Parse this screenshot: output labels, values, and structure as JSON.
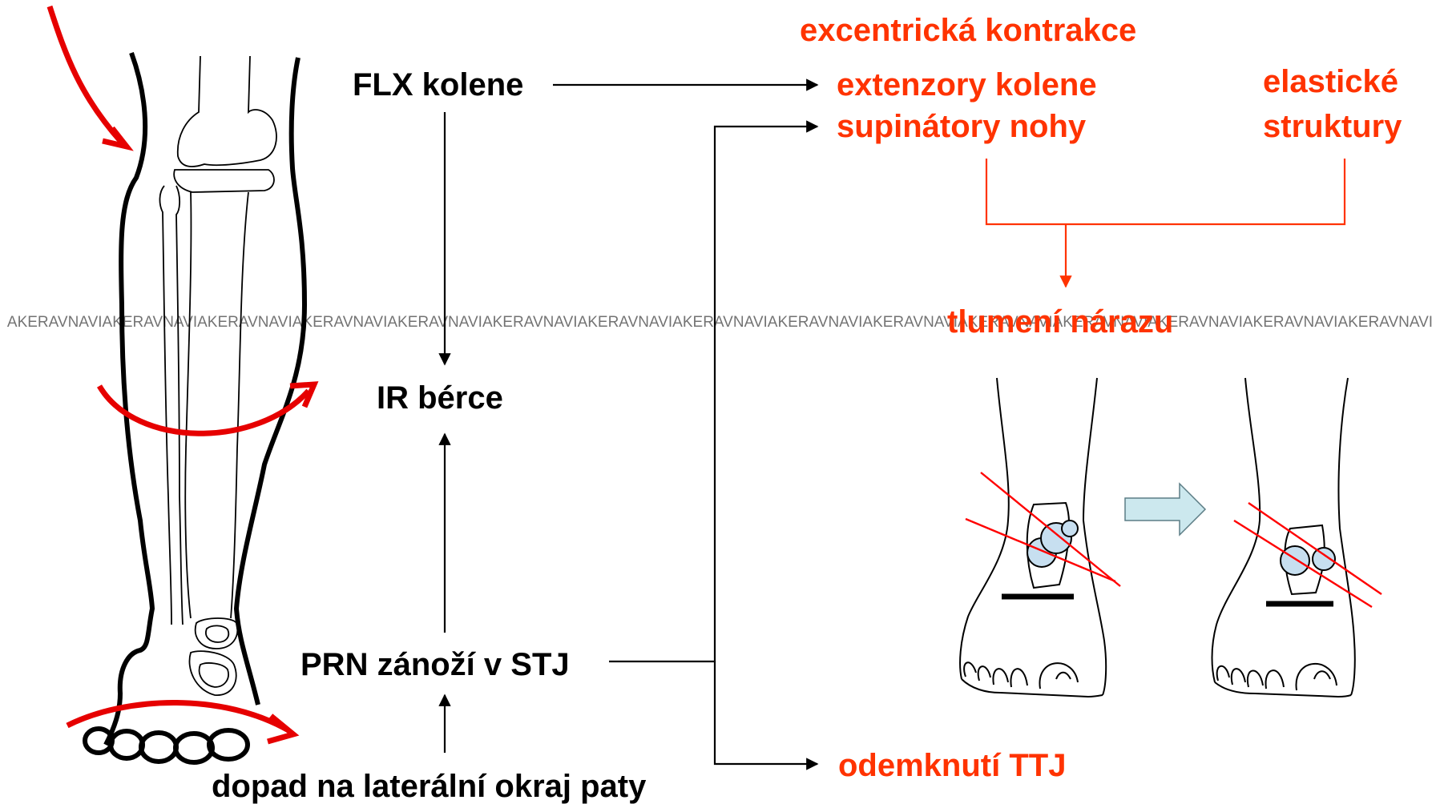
{
  "watermark": "AKERAVNAVIAKERAVNAVIAKERAVNAVIAKERAVNAVIAKERAVNAVIAKERAVNAVIAKERAVNAVIAKERAVNAVIAKERAVNAVIAKERAVNAVIAKERAVNAVIAKERAVNAVIAKERAVNAVIAKERAVNAVIAKERAVNAVI",
  "labels": {
    "flx_kolene": "FLX kolene",
    "ir_berce": "IR bérce",
    "prn_zanozi": "PRN zánoží v STJ",
    "dopad": "dopad na laterální okraj paty",
    "excentricka": "excentrická kontrakce",
    "extenzory": "extenzory kolene",
    "supinatory": "supinátory nohy",
    "elasticke_1": "elastické",
    "elasticke_2": "struktury",
    "tlumeni": "tlumení nárazu",
    "odemknuti": "odemknutí TTJ"
  },
  "colors": {
    "accent_red": "#ff3300",
    "arrow_red": "#e60000",
    "text_black": "#000000",
    "block_arrow": "#cce8ee",
    "bone_fill": "#c7dff0"
  }
}
